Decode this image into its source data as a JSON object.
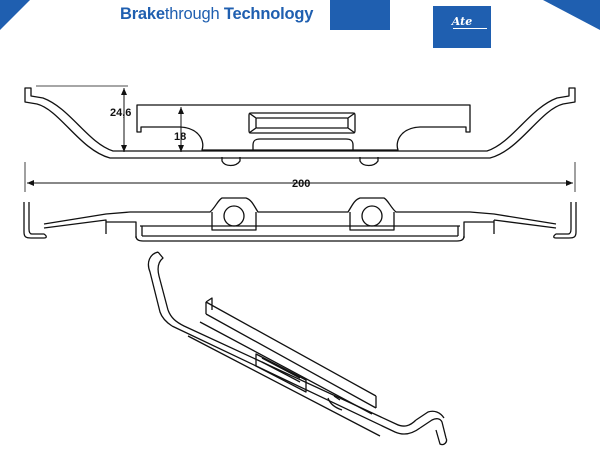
{
  "header": {
    "brand_bold": "Brake",
    "brand_regular": "through ",
    "brand_bold2": "Technology",
    "logo_text": "Ate",
    "brand_color": "#1f5fb0"
  },
  "dimensions": {
    "height_outer": "24,6",
    "height_inner": "18",
    "length": "200"
  },
  "views": [
    "top-view",
    "side-view",
    "isometric-view"
  ]
}
